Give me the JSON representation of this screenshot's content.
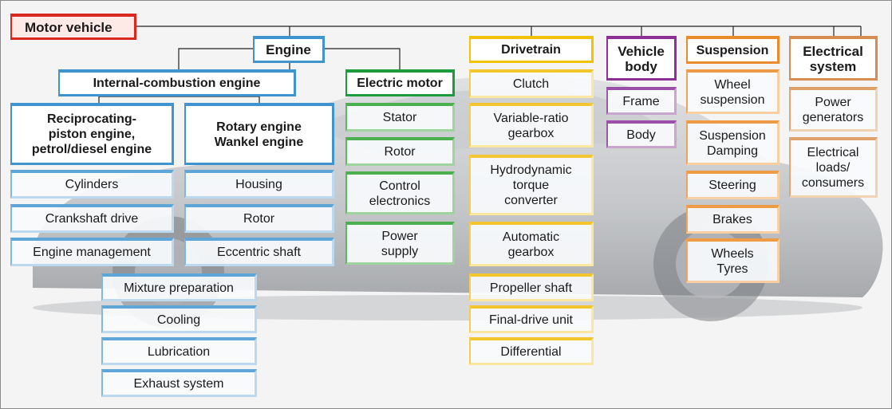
{
  "title": "Motor vehicle",
  "engine": {
    "label": "Engine",
    "ice": {
      "label": "Internal-combustion engine",
      "recip": {
        "label": "Reciprocating-\npiston engine,\npetrol/diesel engine",
        "items": [
          "Cylinders",
          "Crankshaft drive",
          "Engine management"
        ]
      },
      "rotary": {
        "label": "Rotary engine\nWankel engine",
        "items": [
          "Housing",
          "Rotor",
          "Eccentric shaft"
        ]
      },
      "shared": [
        "Mixture preparation",
        "Cooling",
        "Lubrication",
        "Exhaust system"
      ]
    },
    "electric": {
      "label": "Electric motor",
      "items": [
        "Stator",
        "Rotor",
        "Control\nelectronics",
        "Power\nsupply"
      ]
    }
  },
  "drivetrain": {
    "label": "Drivetrain",
    "items": [
      "Clutch",
      "Variable-ratio\ngearbox",
      "Hydrodynamic\ntorque\nconverter",
      "Automatic\ngearbox",
      "Propeller shaft",
      "Final-drive unit",
      "Differential"
    ]
  },
  "vehicle_body": {
    "label": "Vehicle\nbody",
    "items": [
      "Frame",
      "Body"
    ]
  },
  "suspension": {
    "label": "Suspension",
    "items": [
      "Wheel\nsuspension",
      "Suspension\nDamping",
      "Steering",
      "Brakes",
      "Wheels\nTyres"
    ]
  },
  "electrical": {
    "label": "Electrical\nsystem",
    "items": [
      "Power\ngenerators",
      "Electrical\nloads/\nconsumers"
    ]
  },
  "colors": {
    "motor_vehicle": "#d9281f",
    "engine": "#3f93cf",
    "electric_motor": "#1c9b3c",
    "drivetrain": "#f2c200",
    "vehicle_body": "#8e2f98",
    "suspension": "#ec8b2c",
    "electrical_system": "#d78d52"
  }
}
